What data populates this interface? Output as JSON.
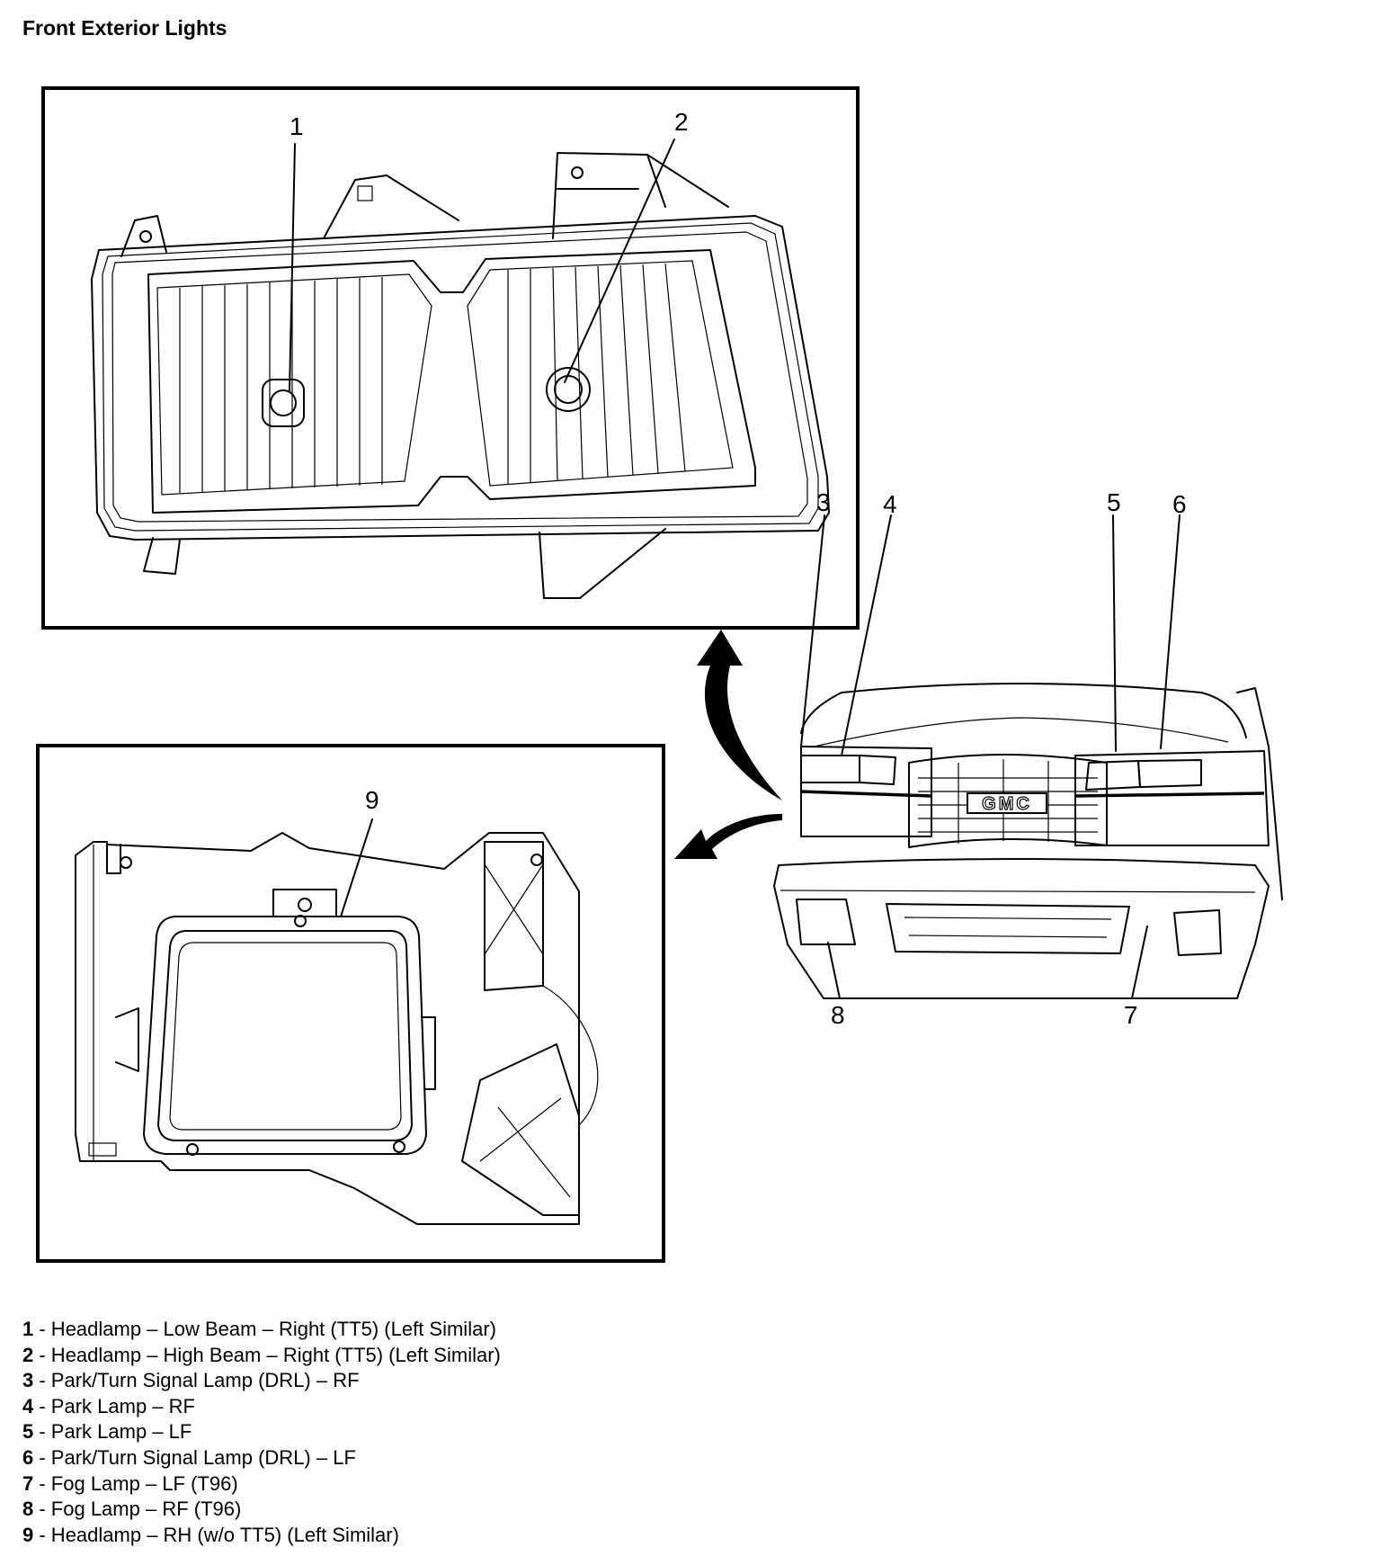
{
  "title": "Front Exterior Lights",
  "callouts": {
    "c1": "1",
    "c2": "2",
    "c3": "3",
    "c4": "4",
    "c5": "5",
    "c6": "6",
    "c7": "7",
    "c8": "8",
    "c9": "9"
  },
  "grille_badge": "GMC",
  "legend": [
    {
      "num": "1",
      "text": " - Headlamp – Low Beam – Right (TT5) (Left Similar)"
    },
    {
      "num": "2",
      "text": " - Headlamp – High Beam – Right (TT5) (Left Similar)"
    },
    {
      "num": "3",
      "text": " - Park/Turn Signal Lamp (DRL) – RF"
    },
    {
      "num": "4",
      "text": " - Park Lamp – RF"
    },
    {
      "num": "5",
      "text": " - Park Lamp – LF"
    },
    {
      "num": "6",
      "text": " - Park/Turn Signal Lamp (DRL) – LF"
    },
    {
      "num": "7",
      "text": " - Fog Lamp – LF (T96)"
    },
    {
      "num": "8",
      "text": " - Fog Lamp – RF (T96)"
    },
    {
      "num": "9",
      "text": " - Headlamp – RH (w/o TT5) (Left Similar)"
    }
  ]
}
